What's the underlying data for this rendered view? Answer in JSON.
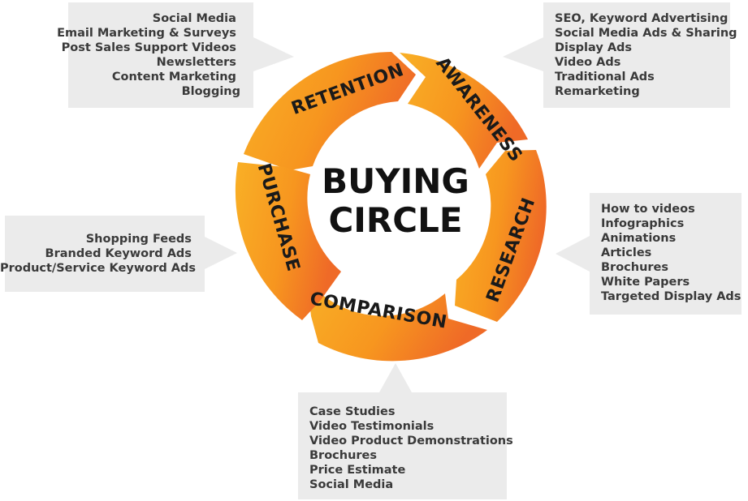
{
  "center": {
    "line1": "BUYING",
    "line2": "CIRCLE"
  },
  "stages": {
    "retention": "RETENTION",
    "awareness": "AWARENESS",
    "research": "RESEARCH",
    "comparison": "COMPARISON",
    "purchase": "PURCHASE"
  },
  "callouts": {
    "retention": [
      "Social Media",
      "Email Marketing & Surveys",
      "Post Sales Support Videos",
      "Newsletters",
      "Content Marketing",
      "Blogging"
    ],
    "awareness": [
      "SEO, Keyword Advertising",
      "Social Media Ads & Sharing",
      "Display Ads",
      "Video Ads",
      "Traditional Ads",
      "Remarketing"
    ],
    "research": [
      "How to videos",
      "Infographics",
      "Animations",
      "Articles",
      "Brochures",
      "White Papers",
      "Targeted Display Ads"
    ],
    "comparison": [
      "Case Studies",
      "Video Testimonials",
      "Video Product Demonstrations",
      "Brochures",
      "Price Estimate",
      "Social Media"
    ],
    "purchase": [
      "Shopping Feeds",
      "Branded Keyword Ads",
      "Product/Service Keyword Ads"
    ]
  },
  "colors": {
    "callout_bg": "#ebebeb",
    "callout_text": "#3a3a3a",
    "ring_light": "#f8a824",
    "ring_dark": "#f07026",
    "label_text": "#1a1a1a"
  }
}
